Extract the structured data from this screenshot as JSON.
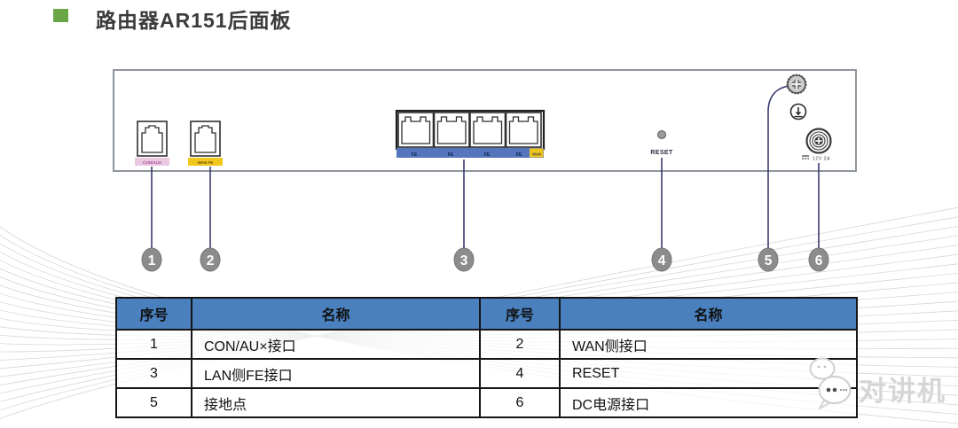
{
  "slide": {
    "title": "路由器AR151后面板"
  },
  "colors": {
    "accent_green": "#6aa546",
    "table_header_blue": "#4a80be",
    "lan_strip_blue": "#5575bd",
    "wan_label_yellow": "#f2c71d",
    "con_aux_pink": "#ebc7e0",
    "leader_line": "#383b70",
    "callout_gray": "#8c8c8c"
  },
  "panel": {
    "con_aux_label": "CON/AUX",
    "wan_fe_label": "WAN FE",
    "lan_port_marks": [
      "FE",
      "FE",
      "FE",
      "FE"
    ],
    "lan_wan_tag": "WAN",
    "reset_label": "RESET",
    "dc_rating": "12V 2A"
  },
  "callouts": [
    "1",
    "2",
    "3",
    "4",
    "5",
    "6"
  ],
  "table": {
    "headers": [
      "序号",
      "名称",
      "序号",
      "名称"
    ],
    "rows": [
      [
        "1",
        "CON/AU×接口",
        "2",
        "WAN侧接口"
      ],
      [
        "3",
        "LAN侧FE接口",
        "4",
        "RESET"
      ],
      [
        "5",
        "接地点",
        "6",
        "DC电源接口"
      ]
    ]
  },
  "watermark": {
    "text": "对讲机"
  }
}
